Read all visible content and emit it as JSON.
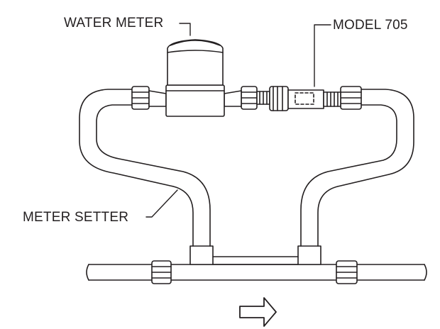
{
  "labels": {
    "water_meter": "WATER METER",
    "model": "MODEL 705",
    "meter_setter": "METER SETTER"
  },
  "colors": {
    "stroke": "#231f20",
    "background": "#ffffff"
  },
  "icons": {
    "flow_direction": "right-arrow-icon"
  }
}
